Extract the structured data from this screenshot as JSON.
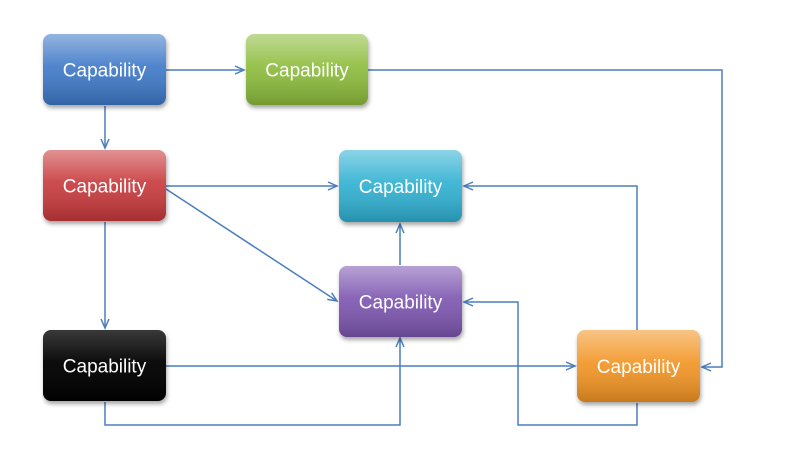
{
  "nodes": [
    {
      "id": "blue",
      "label": "Capability",
      "color": "#3d78c8"
    },
    {
      "id": "green",
      "label": "Capability",
      "color": "#8cbc3a"
    },
    {
      "id": "red",
      "label": "Capability",
      "color": "#c8383a"
    },
    {
      "id": "cyan",
      "label": "Capability",
      "color": "#2fb0d2"
    },
    {
      "id": "purple",
      "label": "Capability",
      "color": "#7c55b0"
    },
    {
      "id": "black",
      "label": "Capability",
      "color": "#050505"
    },
    {
      "id": "orange",
      "label": "Capability",
      "color": "#f29424"
    }
  ],
  "edges": [
    {
      "from": "blue",
      "to": "green"
    },
    {
      "from": "blue",
      "to": "red"
    },
    {
      "from": "green",
      "to": "orange"
    },
    {
      "from": "red",
      "to": "cyan"
    },
    {
      "from": "red",
      "to": "purple"
    },
    {
      "from": "red",
      "to": "black"
    },
    {
      "from": "purple",
      "to": "cyan"
    },
    {
      "from": "orange",
      "to": "cyan"
    },
    {
      "from": "black",
      "to": "orange"
    },
    {
      "from": "black",
      "to": "purple"
    },
    {
      "from": "orange",
      "to": "purple"
    }
  ],
  "connector_color": "#4a7ebb"
}
